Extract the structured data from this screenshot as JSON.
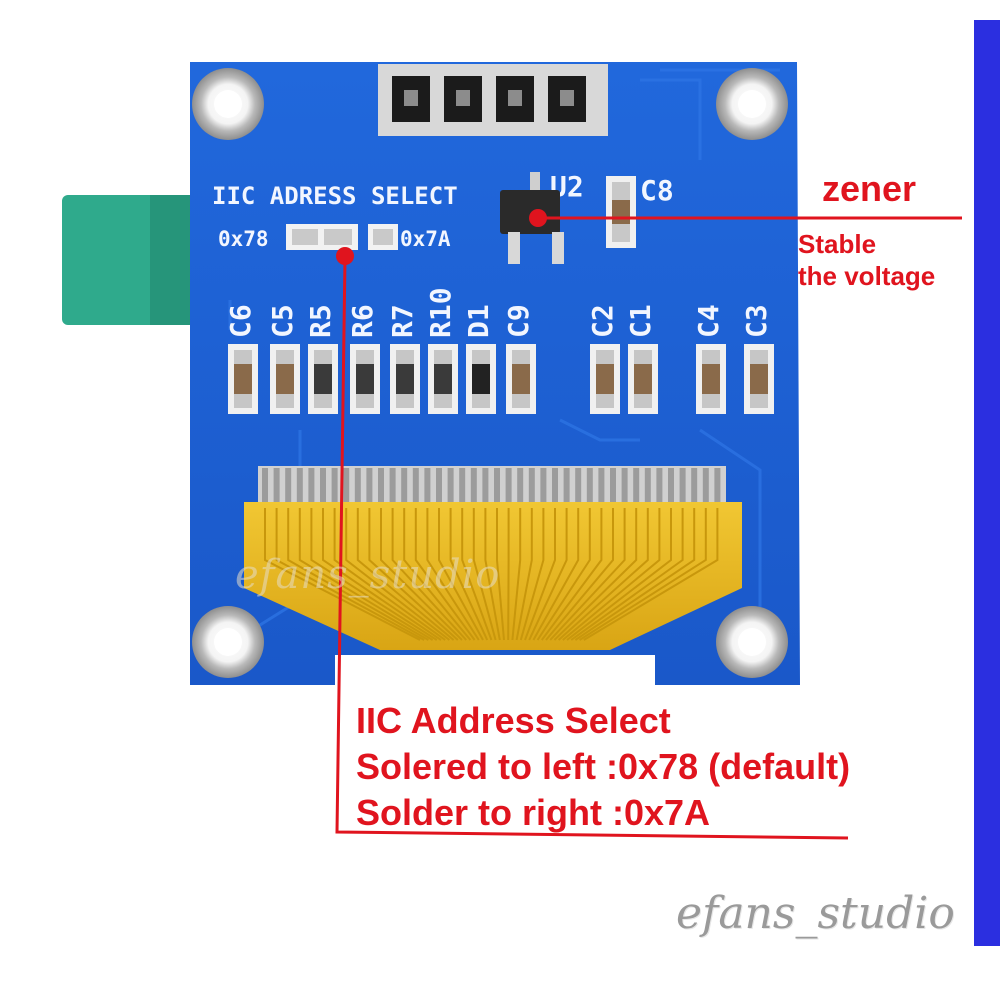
{
  "board": {
    "silkscreen_title": "IIC ADRESS SELECT",
    "addr_left": "0x78",
    "addr_right": "0x7A",
    "u2_label": "U2",
    "c8_label": "C8",
    "components": [
      "C6",
      "C5",
      "R5",
      "R6",
      "R7",
      "R10",
      "D1",
      "C9",
      "C2",
      "C1",
      "C4",
      "C3"
    ],
    "header_pins": 4,
    "board_watermark": "efans_studio"
  },
  "callouts": {
    "zener": {
      "title": "zener",
      "line1": "Stable",
      "line2": "the voltage"
    },
    "iic": {
      "line1": "IIC  Address Select",
      "line2": "Solered to left  :0x78 (default)",
      "line3": "Solder to right  :0x7A"
    }
  },
  "watermark": "efans_studio",
  "colors": {
    "pcb_blue": "#1d5fd6",
    "callout_red": "#e0141e",
    "flex_gold": "#e8b820",
    "side_bar": "#2b2fe0",
    "tab_teal": "#2faa8c"
  }
}
